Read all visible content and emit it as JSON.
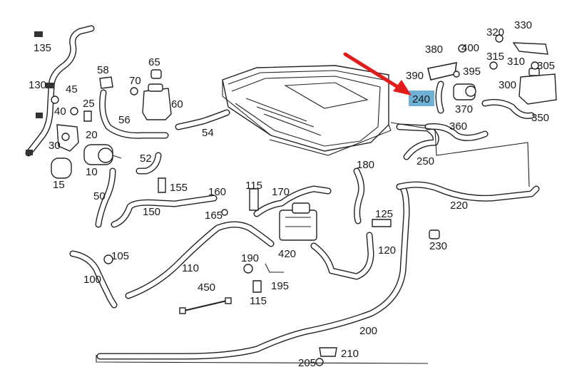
{
  "diagram": {
    "highlighted_part": "240",
    "highlight_color": "#6fb0d6",
    "arrow_color": "#e21b1b",
    "callouts": [
      "135",
      "130",
      "45",
      "40",
      "25",
      "30",
      "20",
      "10",
      "15",
      "58",
      "70",
      "65",
      "60",
      "56",
      "54",
      "52",
      "50",
      "155",
      "150",
      "160",
      "165",
      "115",
      "170",
      "180",
      "125",
      "120",
      "420",
      "190",
      "195",
      "115",
      "110",
      "105",
      "100",
      "450",
      "200",
      "205",
      "210",
      "220",
      "230",
      "240",
      "250",
      "360",
      "370",
      "380",
      "390",
      "395",
      "400",
      "315",
      "310",
      "305",
      "300",
      "320",
      "330",
      "350"
    ]
  }
}
